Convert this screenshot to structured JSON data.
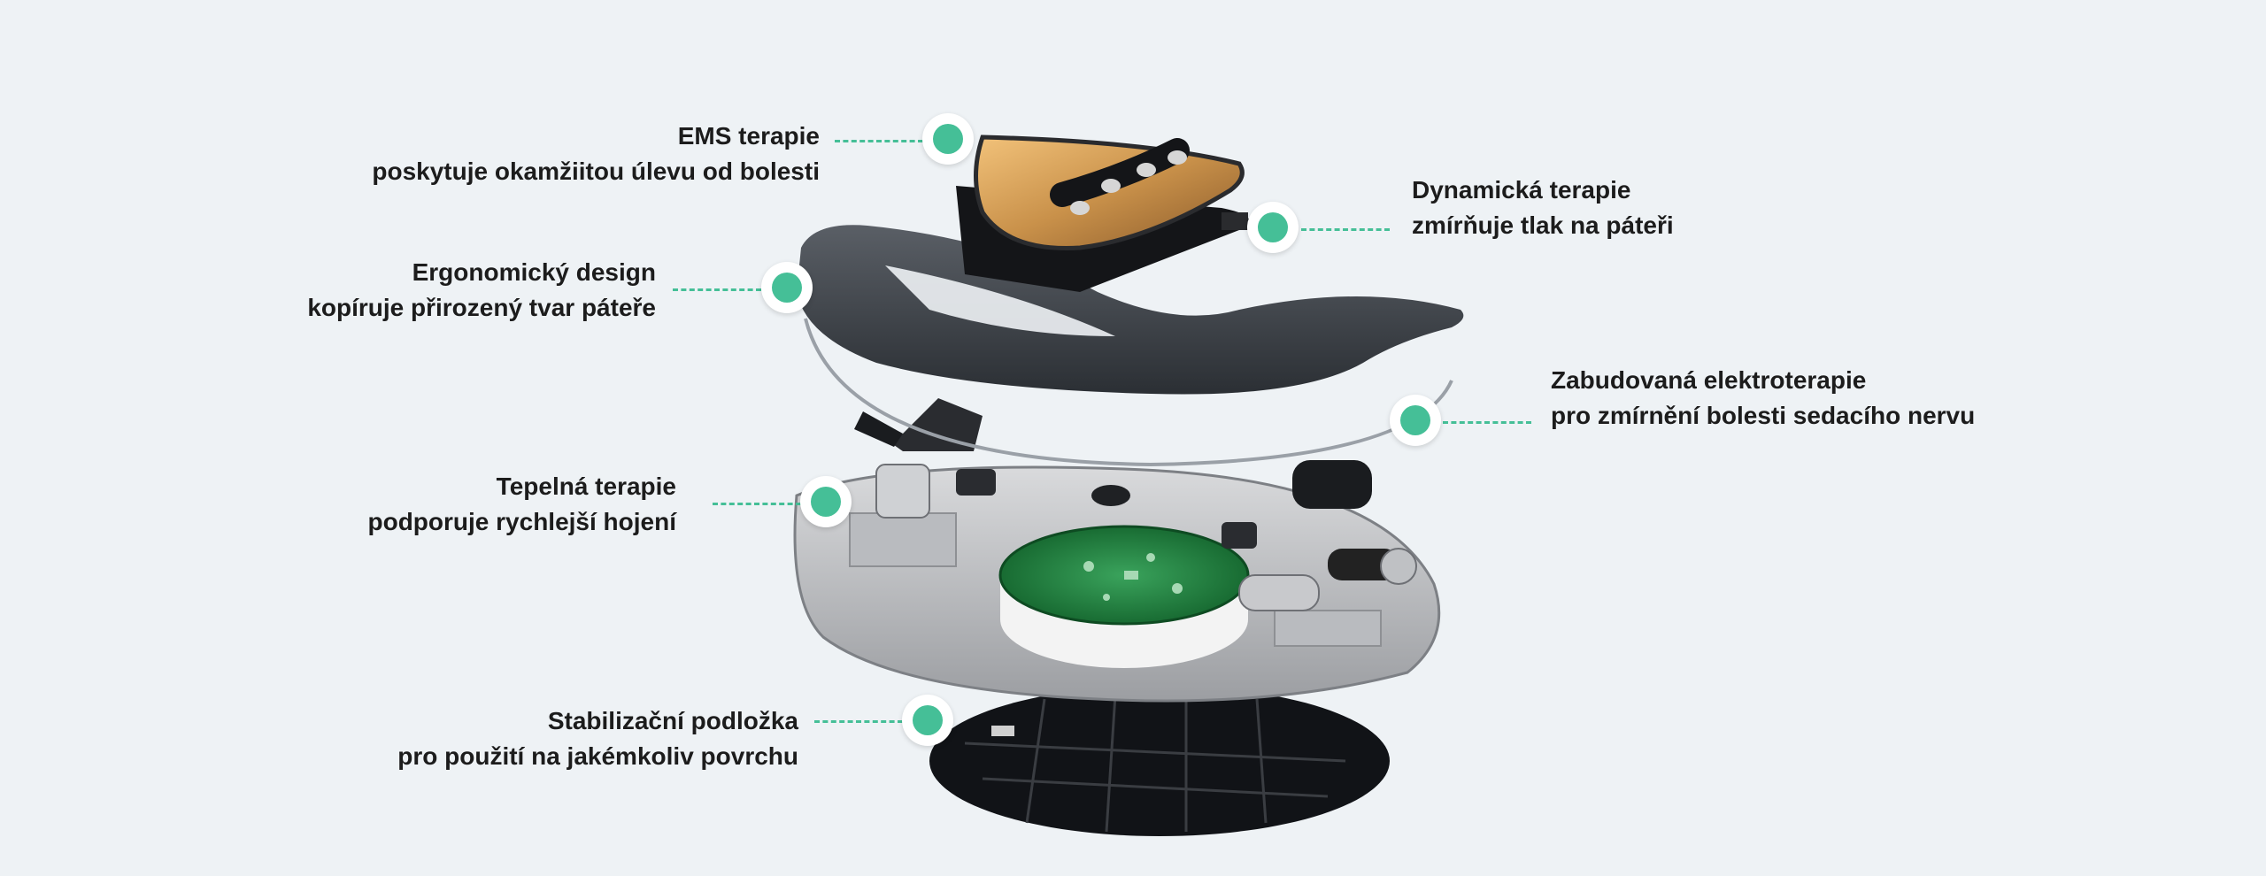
{
  "colors": {
    "background": "#eef2f5",
    "accent": "#45bf97",
    "text": "#1c1c1c"
  },
  "callouts": [
    {
      "title": "EMS terapie",
      "subtitle": "poskytuje okamžiitou úlevu od bolesti",
      "side": "left"
    },
    {
      "title": "Dynamická terapie",
      "subtitle": "zmírňuje tlak na páteři",
      "side": "right"
    },
    {
      "title": "Ergonomický design",
      "subtitle": "kopíruje přirozený tvar páteře",
      "side": "left"
    },
    {
      "title": "Zabudovaná elektroterapie",
      "subtitle": "pro zmírnění bolesti sedacího nervu",
      "side": "right"
    },
    {
      "title": "Tepelná terapie",
      "subtitle": "podporuje rychlejší hojení",
      "side": "left"
    },
    {
      "title": "Stabilizační podložka",
      "subtitle": "pro použití na jakémkoliv povrchu",
      "side": "left"
    }
  ]
}
